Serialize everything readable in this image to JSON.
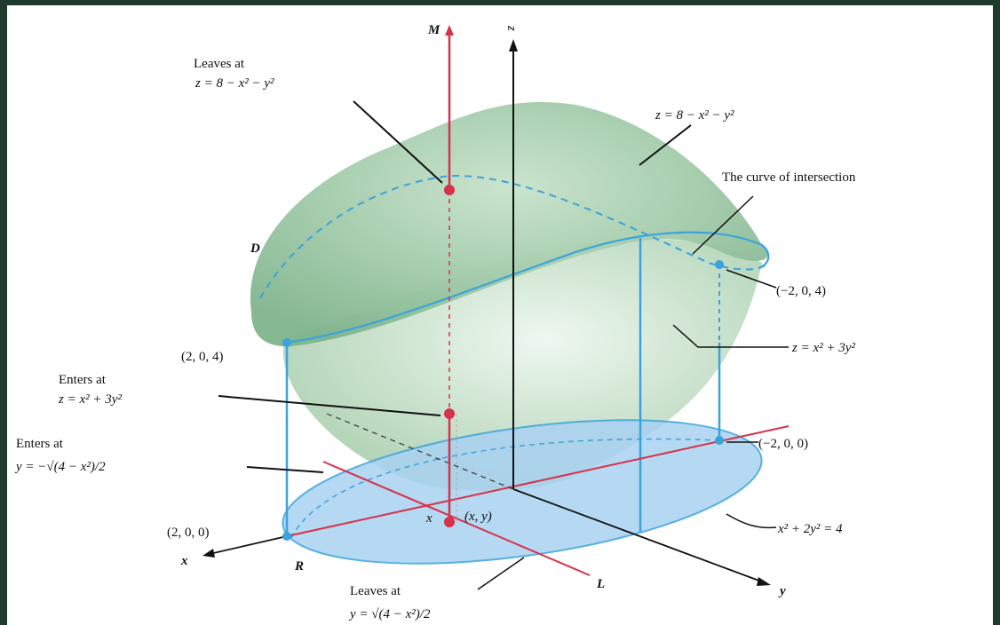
{
  "labels": {
    "axis_m": "M",
    "axis_z": "z",
    "axis_x": "x",
    "axis_y": "y",
    "axis_l": "L",
    "solid_d": "D",
    "region_r": "R",
    "leaves_top_line1": "Leaves at",
    "leaves_top_line2": "z = 8 − x² − y²",
    "upper_surface": "z = 8 − x² − y²",
    "curve_of_intersection": "The curve of intersection",
    "pt_neg2_0_4": "(−2, 0, 4)",
    "lower_surface": "z = x² + 3y²",
    "pt_2_0_4": "(2, 0, 4)",
    "enters_z_line1": "Enters at",
    "enters_z_line2": "z = x² + 3y²",
    "pt_neg2_0_0": "(−2, 0, 0)",
    "enters_y_line1": "Enters at",
    "enters_y_line2": "y = −√(4 − x²)/2",
    "x_small": "x",
    "pt_xy": "(x, y)",
    "ellipse_eq": "x² + 2y² = 4",
    "pt_2_0_0": "(2, 0, 0)",
    "leaves_y_line1": "Leaves at",
    "leaves_y_line2": "y = √(4 − x²)/2"
  },
  "colors": {
    "surface_green": "#a9cfae",
    "surface_green_dark": "#7fb48c",
    "region_blue": "#a9d2f2",
    "curve_blue": "#3aa3dc",
    "red_line": "#d6324a",
    "black": "#111111"
  }
}
